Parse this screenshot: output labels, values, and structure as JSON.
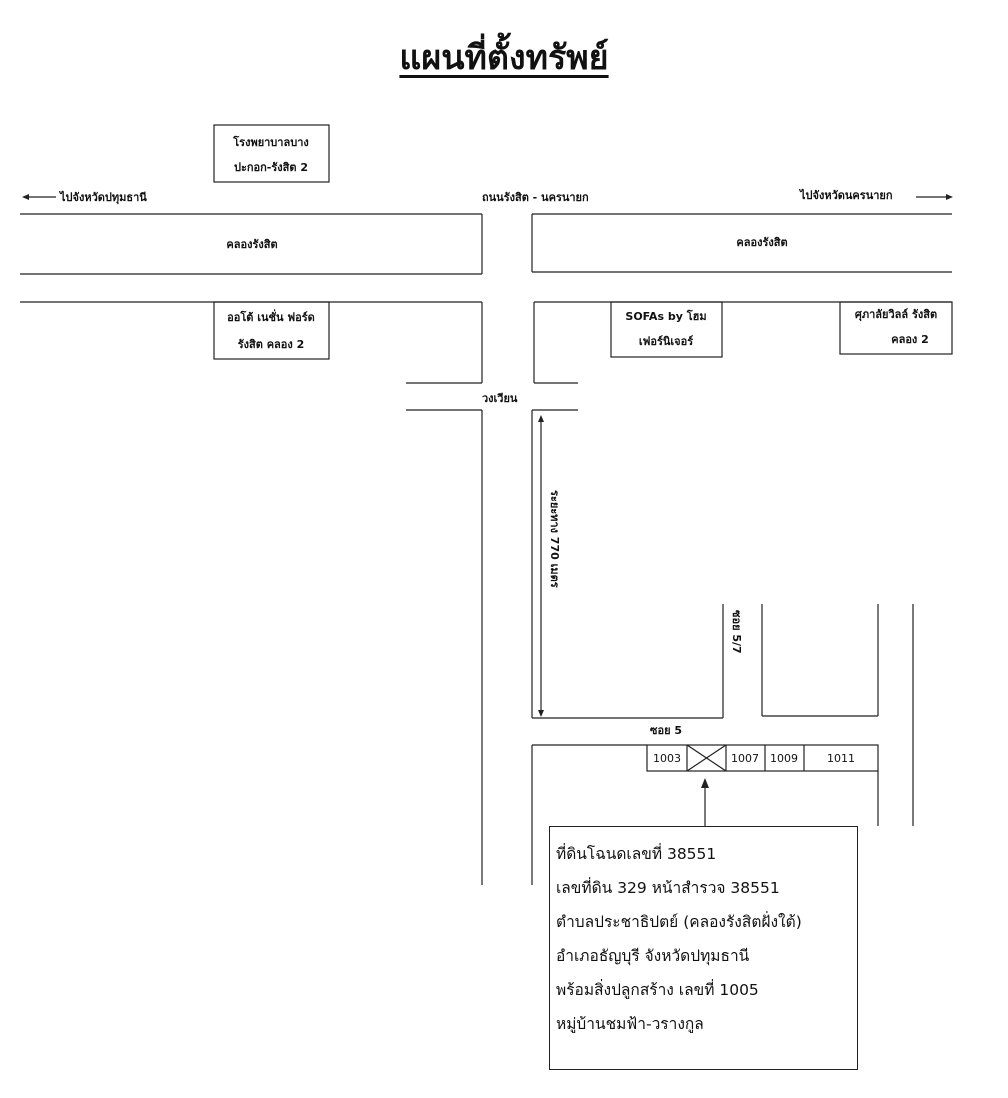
{
  "title": "แผนที่ตั้งทรัพย์",
  "roads": {
    "main_road": "ถนนรังสิต - นครนายก",
    "to_pathum_thani": "ไปจังหวัดปทุมธานี",
    "to_nakhon_nayok": "ไปจังหวัดนครนายก",
    "canal_left": "คลองรังสิต",
    "canal_right": "คลองรังสิต",
    "roundabout": "วงเวียน",
    "distance": "ระยะทาง 770 เมตร",
    "soi_5": "ซอย 5",
    "soi_5_7": "ซอย 5/7"
  },
  "landmarks": {
    "hospital_line1": "โรงพยาบาลบาง",
    "hospital_line2": "ปะกอก-รังสิต 2",
    "auto_line1": "ออโต้ เนชั่น ฟอร์ด",
    "auto_line2": "รังสิต คลอง 2",
    "sofa_line1": "SOFAs by โฮม",
    "sofa_line2": "เฟอร์นิเจอร์",
    "sukalai_line1": "ศุภาลัยวิลล์ รังสิต",
    "sukalai_line2": "คลอง 2"
  },
  "plots": [
    "1003",
    "1007",
    "1009",
    "1011"
  ],
  "info": [
    "ที่ดินโฉนดเลขที่ 38551",
    "เลขที่ดิน 329 หน้าสำรวจ 38551",
    "ตำบลประชาธิปตย์ (คลองรังสิตฝั่งใต้)",
    "อำเภอธัญบุรี จังหวัดปทุมธานี",
    "พร้อมสิ่งปลูกสร้าง เลขที่ 1005",
    "หมู่บ้านชมฟ้า-วรางกูล"
  ]
}
